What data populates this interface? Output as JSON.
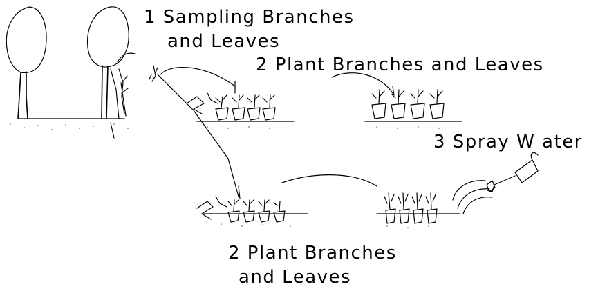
{
  "steps": {
    "step1": {
      "line1": "1 Sampling Branches",
      "line2": "and Leaves"
    },
    "step2_top": {
      "line1": "2 Plant Branches and Leaves"
    },
    "step3": {
      "line1": "3 Spray W ater"
    },
    "step2_bottom": {
      "line1": "2 Plant Branches",
      "line2": "and Leaves"
    }
  },
  "icons": [
    "tree-icon",
    "tree-icon",
    "cutting-icon",
    "hand-icon",
    "seedling-pot-icon",
    "watering-can-icon",
    "water-spray-icon"
  ],
  "colors": {
    "ink": "#000000",
    "background": "#ffffff"
  }
}
